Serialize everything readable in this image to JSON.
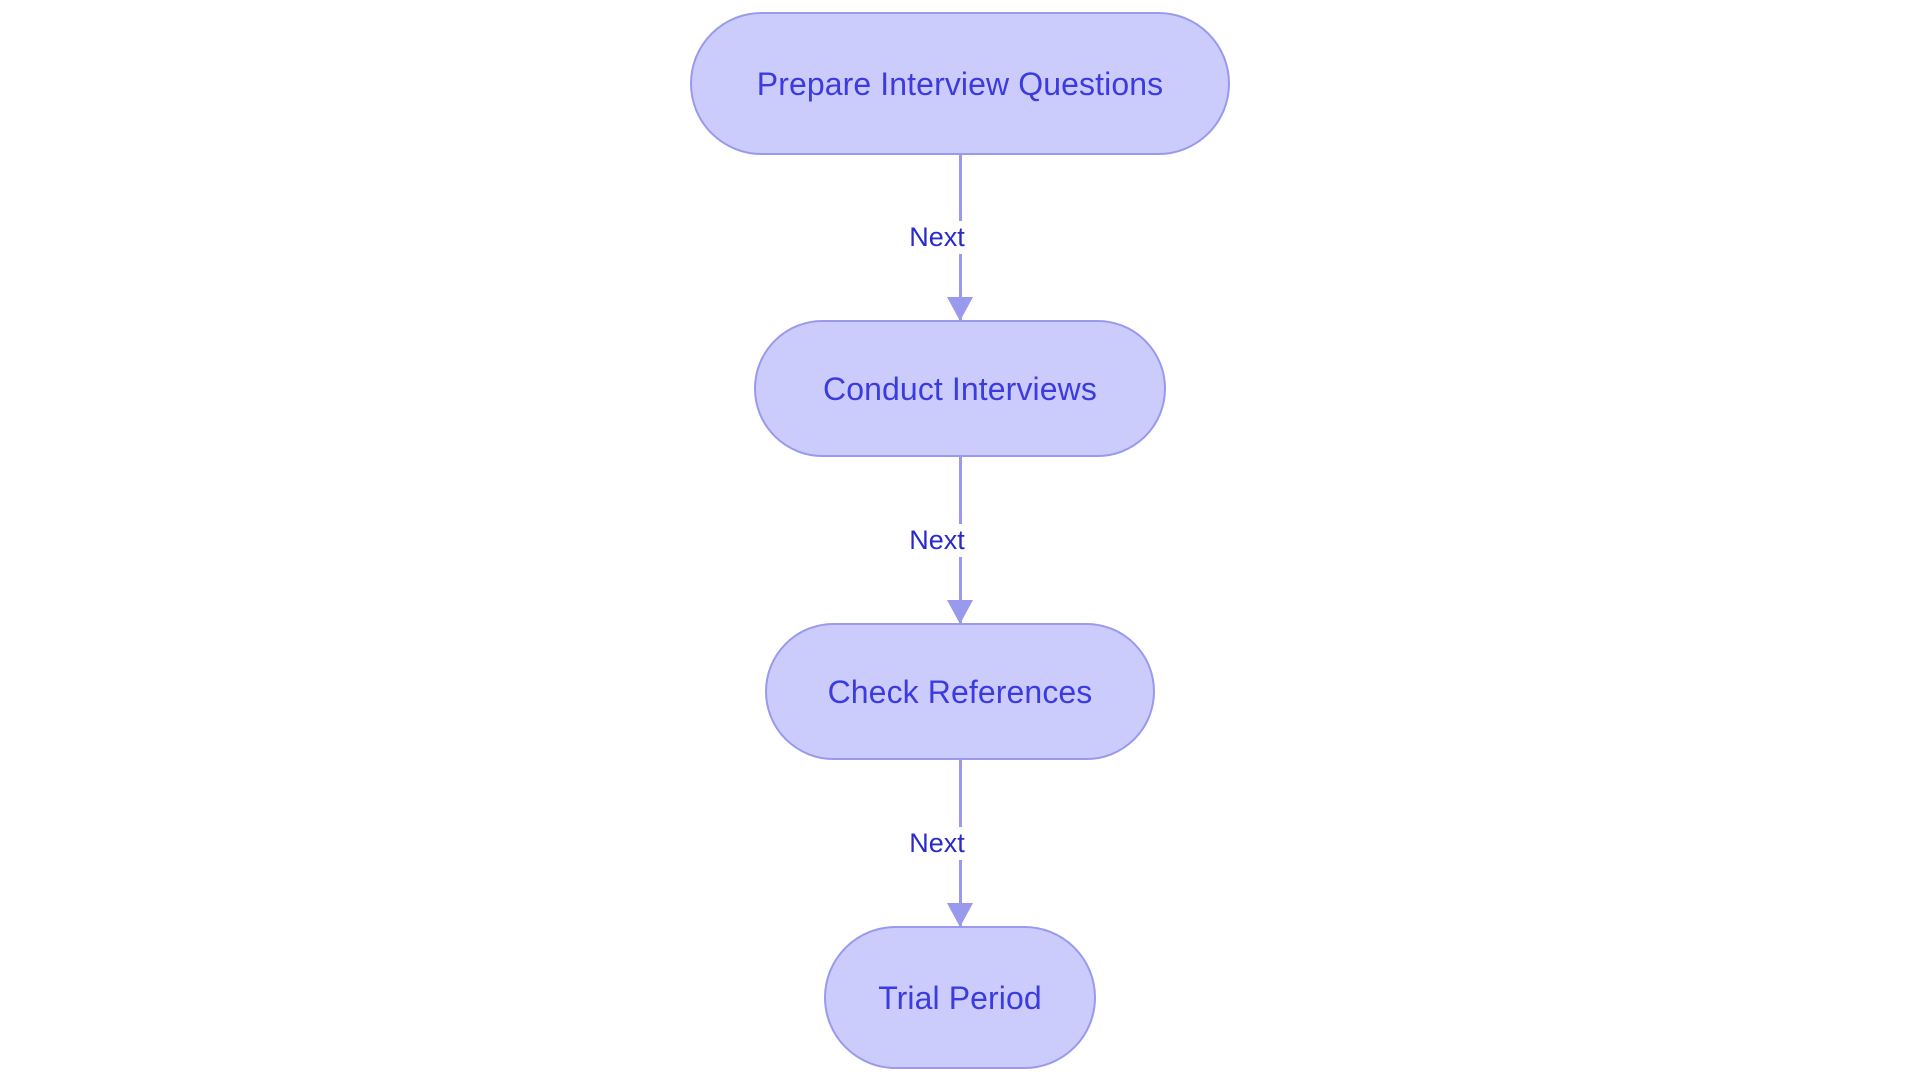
{
  "diagram": {
    "type": "flowchart",
    "orientation": "top-to-bottom",
    "background_color": "#ffffff",
    "node_fill_color": "#ccccfc",
    "node_border_color": "#9999ee",
    "node_text_color": "#3b3be0",
    "edge_color": "#9999ee",
    "edge_label_color": "#2929cc",
    "nodes": [
      {
        "id": "prepare-interview-questions",
        "label": "Prepare Interview Questions"
      },
      {
        "id": "conduct-interviews",
        "label": "Conduct Interviews"
      },
      {
        "id": "check-references",
        "label": "Check References"
      },
      {
        "id": "trial-period",
        "label": "Trial Period"
      }
    ],
    "edges": [
      {
        "from": "prepare-interview-questions",
        "to": "conduct-interviews",
        "label": "Next"
      },
      {
        "from": "conduct-interviews",
        "to": "check-references",
        "label": "Next"
      },
      {
        "from": "check-references",
        "to": "trial-period",
        "label": "Next"
      }
    ]
  }
}
